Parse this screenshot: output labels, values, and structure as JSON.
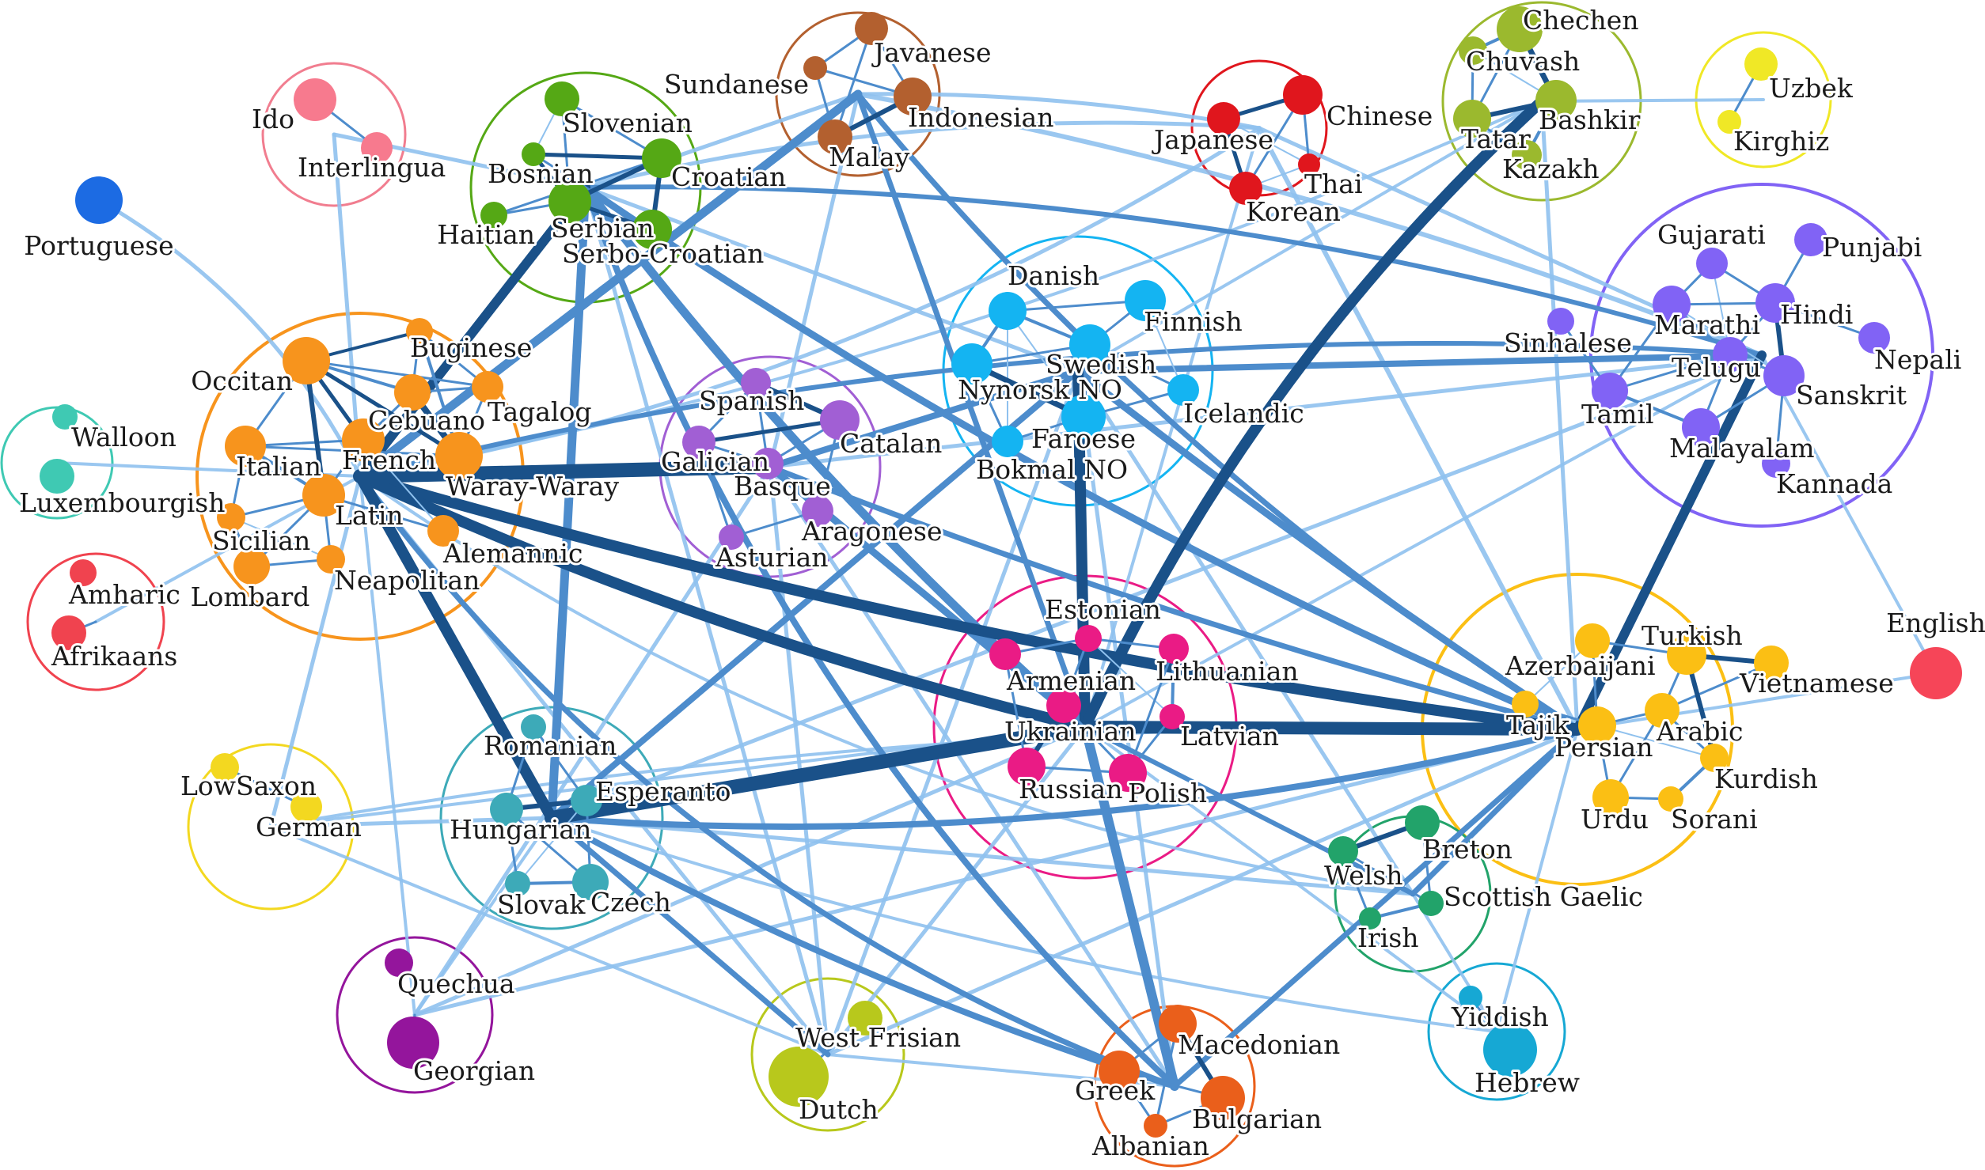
{
  "graph": {
    "colors": {
      "edge_light": "#8fc1ee",
      "edge_mid": "#4d8ccc",
      "edge_dark": "#1a5189"
    },
    "clusters": [
      {
        "id": "romance",
        "color": "#f7941d"
      },
      {
        "id": "southslavic",
        "color": "#55a815"
      },
      {
        "id": "austronesian",
        "color": "#b3602f"
      },
      {
        "id": "eastasian",
        "color": "#e0161d"
      },
      {
        "id": "turkic",
        "color": "#9bb92e"
      },
      {
        "id": "central",
        "color": "#f0e826"
      },
      {
        "id": "idoint",
        "color": "#f17d8f"
      },
      {
        "id": "walloon",
        "color": "#3fc9b3"
      },
      {
        "id": "amharic",
        "color": "#f0434f"
      },
      {
        "id": "nordic",
        "color": "#14b4f2"
      },
      {
        "id": "iberian",
        "color": "#a15fd4"
      },
      {
        "id": "indic",
        "color": "#8163f5"
      },
      {
        "id": "baltoslavic",
        "color": "#ea1b85"
      },
      {
        "id": "westasian",
        "color": "#fbbf14"
      },
      {
        "id": "germanlow",
        "color": "#f3d820"
      },
      {
        "id": "central_eu",
        "color": "#3daab8"
      },
      {
        "id": "celtic",
        "color": "#22a36a"
      },
      {
        "id": "quechua",
        "color": "#94159c"
      },
      {
        "id": "frisian",
        "color": "#b8c81c"
      },
      {
        "id": "balkan",
        "color": "#ea5f1b"
      },
      {
        "id": "semitic",
        "color": "#16a8d4"
      }
    ],
    "nodes": [
      {
        "id": "portuguese",
        "label": "Portuguese",
        "color": "#1c6be3"
      },
      {
        "id": "english",
        "label": "English",
        "color": "#f64558"
      },
      {
        "id": "ido",
        "label": "Ido",
        "color": "#f77a8e"
      },
      {
        "id": "interlingua",
        "label": "Interlingua",
        "color": "#f77a8e"
      },
      {
        "id": "walloon",
        "label": "Walloon",
        "color": "#3fc9b3"
      },
      {
        "id": "luxembourgish",
        "label": "Luxembourgish",
        "color": "#3fc9b3"
      },
      {
        "id": "amharic",
        "label": "Amharic",
        "color": "#f0434f"
      },
      {
        "id": "afrikaans",
        "label": "Afrikaans",
        "color": "#f0434f"
      },
      {
        "id": "occitan",
        "label": "Occitan",
        "color": "#f7941d"
      },
      {
        "id": "buginese",
        "label": "Buginese",
        "color": "#f7941d"
      },
      {
        "id": "cebuano",
        "label": "Cebuano",
        "color": "#f7941d"
      },
      {
        "id": "tagalog",
        "label": "Tagalog",
        "color": "#f7941d"
      },
      {
        "id": "french",
        "label": "French",
        "color": "#f7941d"
      },
      {
        "id": "italian",
        "label": "Italian",
        "color": "#f7941d"
      },
      {
        "id": "waray",
        "label": "Waray-Waray",
        "color": "#f7941d"
      },
      {
        "id": "latin",
        "label": "Latin",
        "color": "#f7941d"
      },
      {
        "id": "sicilian",
        "label": "Sicilian",
        "color": "#f7941d"
      },
      {
        "id": "alemannic",
        "label": "Alemannic",
        "color": "#f7941d"
      },
      {
        "id": "neapolitan",
        "label": "Neapolitan",
        "color": "#f7941d"
      },
      {
        "id": "lombard",
        "label": "Lombard",
        "color": "#f7941d"
      },
      {
        "id": "slovenian",
        "label": "Slovenian",
        "color": "#55a815"
      },
      {
        "id": "bosnian",
        "label": "Bosnian",
        "color": "#55a815"
      },
      {
        "id": "croatian",
        "label": "Croatian",
        "color": "#55a815"
      },
      {
        "id": "haitian",
        "label": "Haitian",
        "color": "#55a815"
      },
      {
        "id": "serbian",
        "label": "Serbian",
        "color": "#55a815"
      },
      {
        "id": "serbocroatian",
        "label": "Serbo-Croatian",
        "color": "#55a815"
      },
      {
        "id": "javanese",
        "label": "Javanese",
        "color": "#b3602f"
      },
      {
        "id": "sundanese",
        "label": "Sundanese",
        "color": "#b3602f"
      },
      {
        "id": "indonesian",
        "label": "Indonesian",
        "color": "#b3602f"
      },
      {
        "id": "malay",
        "label": "Malay",
        "color": "#b3602f"
      },
      {
        "id": "chinese",
        "label": "Chinese",
        "color": "#e0161d"
      },
      {
        "id": "japanese",
        "label": "Japanese",
        "color": "#e0161d"
      },
      {
        "id": "thai",
        "label": "Thai",
        "color": "#e0161d"
      },
      {
        "id": "korean",
        "label": "Korean",
        "color": "#e0161d"
      },
      {
        "id": "chechen",
        "label": "Chechen",
        "color": "#9bb92e"
      },
      {
        "id": "chuvash",
        "label": "Chuvash",
        "color": "#9bb92e"
      },
      {
        "id": "bashkir",
        "label": "Bashkir",
        "color": "#9bb92e"
      },
      {
        "id": "tatar",
        "label": "Tatar",
        "color": "#9bb92e"
      },
      {
        "id": "kazakh",
        "label": "Kazakh",
        "color": "#9bb92e"
      },
      {
        "id": "uzbek",
        "label": "Uzbek",
        "color": "#f0e826"
      },
      {
        "id": "kirghiz",
        "label": "Kirghiz",
        "color": "#f0e826"
      },
      {
        "id": "danish",
        "label": "Danish",
        "color": "#14b4f2"
      },
      {
        "id": "finnish",
        "label": "Finnish",
        "color": "#14b4f2"
      },
      {
        "id": "swedish",
        "label": "Swedish",
        "color": "#14b4f2"
      },
      {
        "id": "nynorsk",
        "label": "Nynorsk NO",
        "color": "#14b4f2"
      },
      {
        "id": "icelandic",
        "label": "Icelandic",
        "color": "#14b4f2"
      },
      {
        "id": "faroese",
        "label": "Faroese",
        "color": "#14b4f2"
      },
      {
        "id": "bokmal",
        "label": "Bokmal NO",
        "color": "#14b4f2"
      },
      {
        "id": "spanish",
        "label": "Spanish",
        "color": "#a15fd4"
      },
      {
        "id": "catalan",
        "label": "Catalan",
        "color": "#a15fd4"
      },
      {
        "id": "galician",
        "label": "Galician",
        "color": "#a15fd4"
      },
      {
        "id": "basque",
        "label": "Basque",
        "color": "#a15fd4"
      },
      {
        "id": "aragonese",
        "label": "Aragonese",
        "color": "#a15fd4"
      },
      {
        "id": "asturian",
        "label": "Asturian",
        "color": "#a15fd4"
      },
      {
        "id": "gujarati",
        "label": "Gujarati",
        "color": "#8163f5"
      },
      {
        "id": "punjabi",
        "label": "Punjabi",
        "color": "#8163f5"
      },
      {
        "id": "sinhalese",
        "label": "Sinhalese",
        "color": "#8163f5"
      },
      {
        "id": "marathi",
        "label": "Marathi",
        "color": "#8163f5"
      },
      {
        "id": "hindi",
        "label": "Hindi",
        "color": "#8163f5"
      },
      {
        "id": "nepali",
        "label": "Nepali",
        "color": "#8163f5"
      },
      {
        "id": "telugu",
        "label": "Telugu",
        "color": "#8163f5"
      },
      {
        "id": "sanskrit",
        "label": "Sanskrit",
        "color": "#8163f5"
      },
      {
        "id": "tamil",
        "label": "Tamil",
        "color": "#8163f5"
      },
      {
        "id": "malayalam",
        "label": "Malayalam",
        "color": "#8163f5"
      },
      {
        "id": "kannada",
        "label": "Kannada",
        "color": "#8163f5"
      },
      {
        "id": "estonian",
        "label": "Estonian",
        "color": "#ea1b85"
      },
      {
        "id": "armenian",
        "label": "Armenian",
        "color": "#ea1b85"
      },
      {
        "id": "lithuanian",
        "label": "Lithuanian",
        "color": "#ea1b85"
      },
      {
        "id": "ukrainian",
        "label": "Ukrainian",
        "color": "#ea1b85"
      },
      {
        "id": "latvian",
        "label": "Latvian",
        "color": "#ea1b85"
      },
      {
        "id": "russian",
        "label": "Russian",
        "color": "#ea1b85"
      },
      {
        "id": "polish",
        "label": "Polish",
        "color": "#ea1b85"
      },
      {
        "id": "turkish",
        "label": "Turkish",
        "color": "#fbbf14"
      },
      {
        "id": "azerbaijani",
        "label": "Azerbaijani",
        "color": "#fbbf14"
      },
      {
        "id": "vietnamese",
        "label": "Vietnamese",
        "color": "#fbbf14"
      },
      {
        "id": "tajik",
        "label": "Tajik",
        "color": "#fbbf14"
      },
      {
        "id": "arabic",
        "label": "Arabic",
        "color": "#fbbf14"
      },
      {
        "id": "persian",
        "label": "Persian",
        "color": "#fbbf14"
      },
      {
        "id": "kurdish",
        "label": "Kurdish",
        "color": "#fbbf14"
      },
      {
        "id": "urdu",
        "label": "Urdu",
        "color": "#fbbf14"
      },
      {
        "id": "sorani",
        "label": "Sorani",
        "color": "#fbbf14"
      },
      {
        "id": "lowsaxon",
        "label": "LowSaxon",
        "color": "#f3d820"
      },
      {
        "id": "german",
        "label": "German",
        "color": "#f3d820"
      },
      {
        "id": "romanian",
        "label": "Romanian",
        "color": "#3daab8"
      },
      {
        "id": "esperanto",
        "label": "Esperanto",
        "color": "#3daab8"
      },
      {
        "id": "hungarian",
        "label": "Hungarian",
        "color": "#3daab8"
      },
      {
        "id": "slovak",
        "label": "Slovak",
        "color": "#3daab8"
      },
      {
        "id": "czech",
        "label": "Czech",
        "color": "#3daab8"
      },
      {
        "id": "welsh",
        "label": "Welsh",
        "color": "#22a36a"
      },
      {
        "id": "breton",
        "label": "Breton",
        "color": "#22a36a"
      },
      {
        "id": "scottish",
        "label": "Scottish Gaelic",
        "color": "#22a36a"
      },
      {
        "id": "irish",
        "label": "Irish",
        "color": "#22a36a"
      },
      {
        "id": "quechua",
        "label": "Quechua",
        "color": "#94159c"
      },
      {
        "id": "georgian",
        "label": "Georgian",
        "color": "#94159c"
      },
      {
        "id": "westfrisian",
        "label": "West Frisian",
        "color": "#b8c81c"
      },
      {
        "id": "dutch",
        "label": "Dutch",
        "color": "#b8c81c"
      },
      {
        "id": "macedonian",
        "label": "Macedonian",
        "color": "#ea5f1b"
      },
      {
        "id": "greek",
        "label": "Greek",
        "color": "#ea5f1b"
      },
      {
        "id": "bulgarian",
        "label": "Bulgarian",
        "color": "#ea5f1b"
      },
      {
        "id": "albanian",
        "label": "Albanian",
        "color": "#ea5f1b"
      },
      {
        "id": "yiddish",
        "label": "Yiddish",
        "color": "#16a8d4"
      },
      {
        "id": "hebrew",
        "label": "Hebrew",
        "color": "#16a8d4"
      }
    ]
  }
}
